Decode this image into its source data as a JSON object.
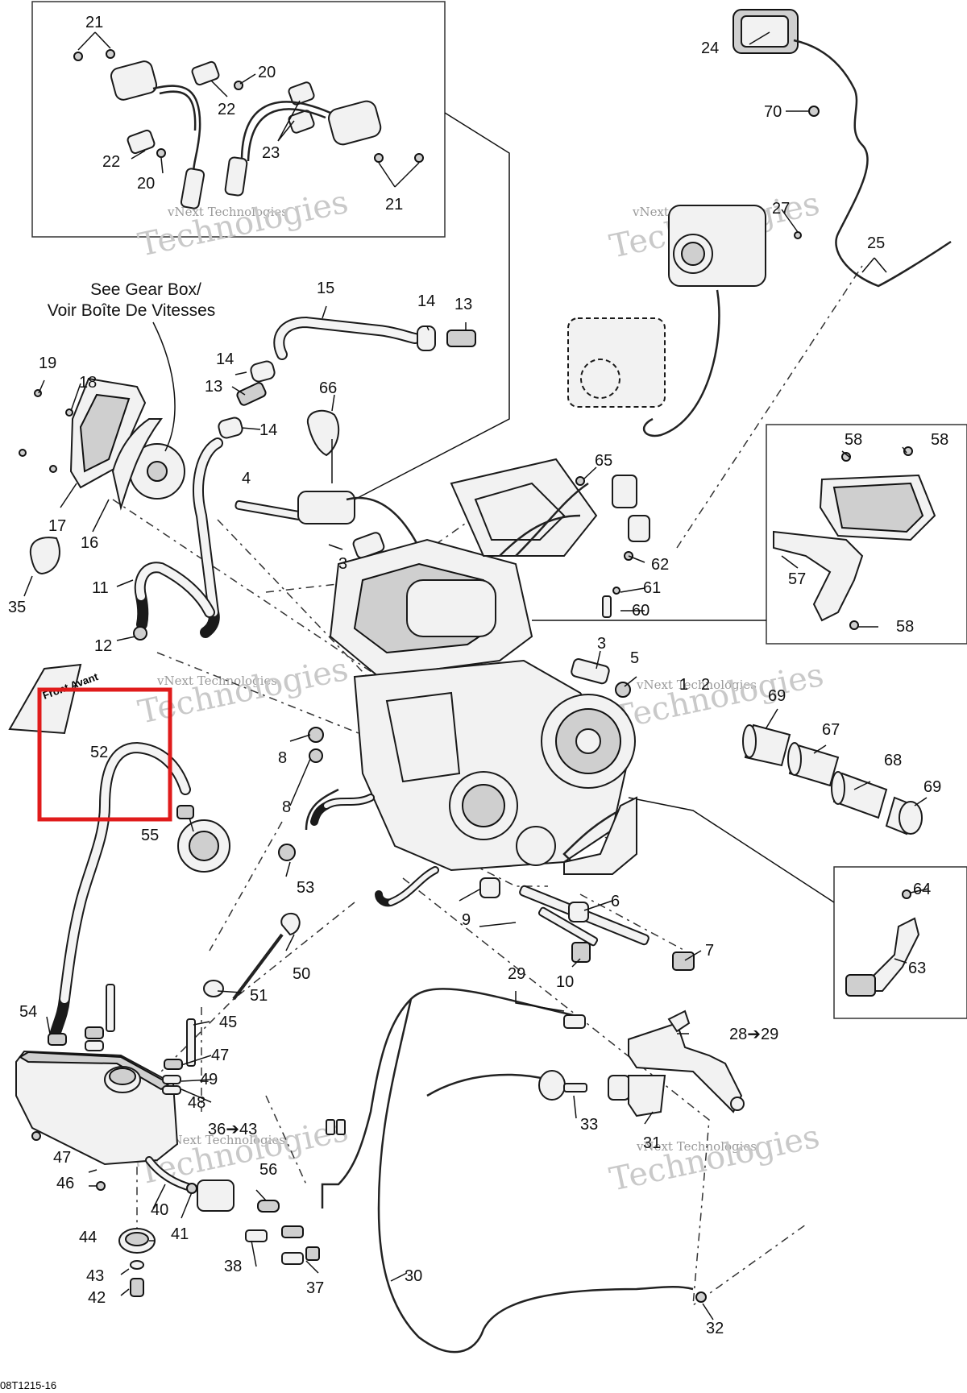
{
  "diagram": {
    "notes": {
      "gear_box_line1": "See Gear Box/",
      "gear_box_line2": "Voir Boîte De Vitesses",
      "front_tag": "Front Avant"
    },
    "drawing_number": "08T1215-16",
    "watermark": {
      "brand": "vNext Technologies",
      "big": "Technologies"
    },
    "callouts": {
      "c1": "1",
      "c2": "2",
      "c3a": "3",
      "c3b": "3",
      "c4": "4",
      "c5": "5",
      "c6": "6",
      "c7": "7",
      "c8a": "8",
      "c8b": "8",
      "c9": "9",
      "c10": "10",
      "c11": "11",
      "c12": "12",
      "c13a": "13",
      "c13b": "13",
      "c14a": "14",
      "c14b": "14",
      "c14c": "14",
      "c15": "15",
      "c16": "16",
      "c17": "17",
      "c18": "18",
      "c19": "19",
      "c20a": "20",
      "c20b": "20",
      "c21a": "21",
      "c21b": "21",
      "c22a": "22",
      "c22b": "22",
      "c23": "23",
      "c24": "24",
      "c25": "25",
      "c27": "27",
      "c28_29": "28➔29",
      "c29": "29",
      "c30": "30",
      "c31": "31",
      "c32": "32",
      "c33": "33",
      "c35": "35",
      "c36_43": "36➔43",
      "c37": "37",
      "c38": "38",
      "c40": "40",
      "c41": "41",
      "c42": "42",
      "c43": "43",
      "c44": "44",
      "c45": "45",
      "c46": "46",
      "c47a": "47",
      "c47b": "47",
      "c48": "48",
      "c49": "49",
      "c50": "50",
      "c51": "51",
      "c52": "52",
      "c53": "53",
      "c54": "54",
      "c55": "55",
      "c56": "56",
      "c57": "57",
      "c58a": "58",
      "c58b": "58",
      "c58c": "58",
      "c60": "60",
      "c61": "61",
      "c62": "62",
      "c63": "63",
      "c64": "64",
      "c65": "65",
      "c66": "66",
      "c67": "67",
      "c68": "68",
      "c69a": "69",
      "c69b": "69",
      "c70": "70"
    }
  },
  "colors": {
    "highlight": "#e01b1b",
    "line": "#1a1a1a",
    "watermark": "#c9c9c9"
  }
}
